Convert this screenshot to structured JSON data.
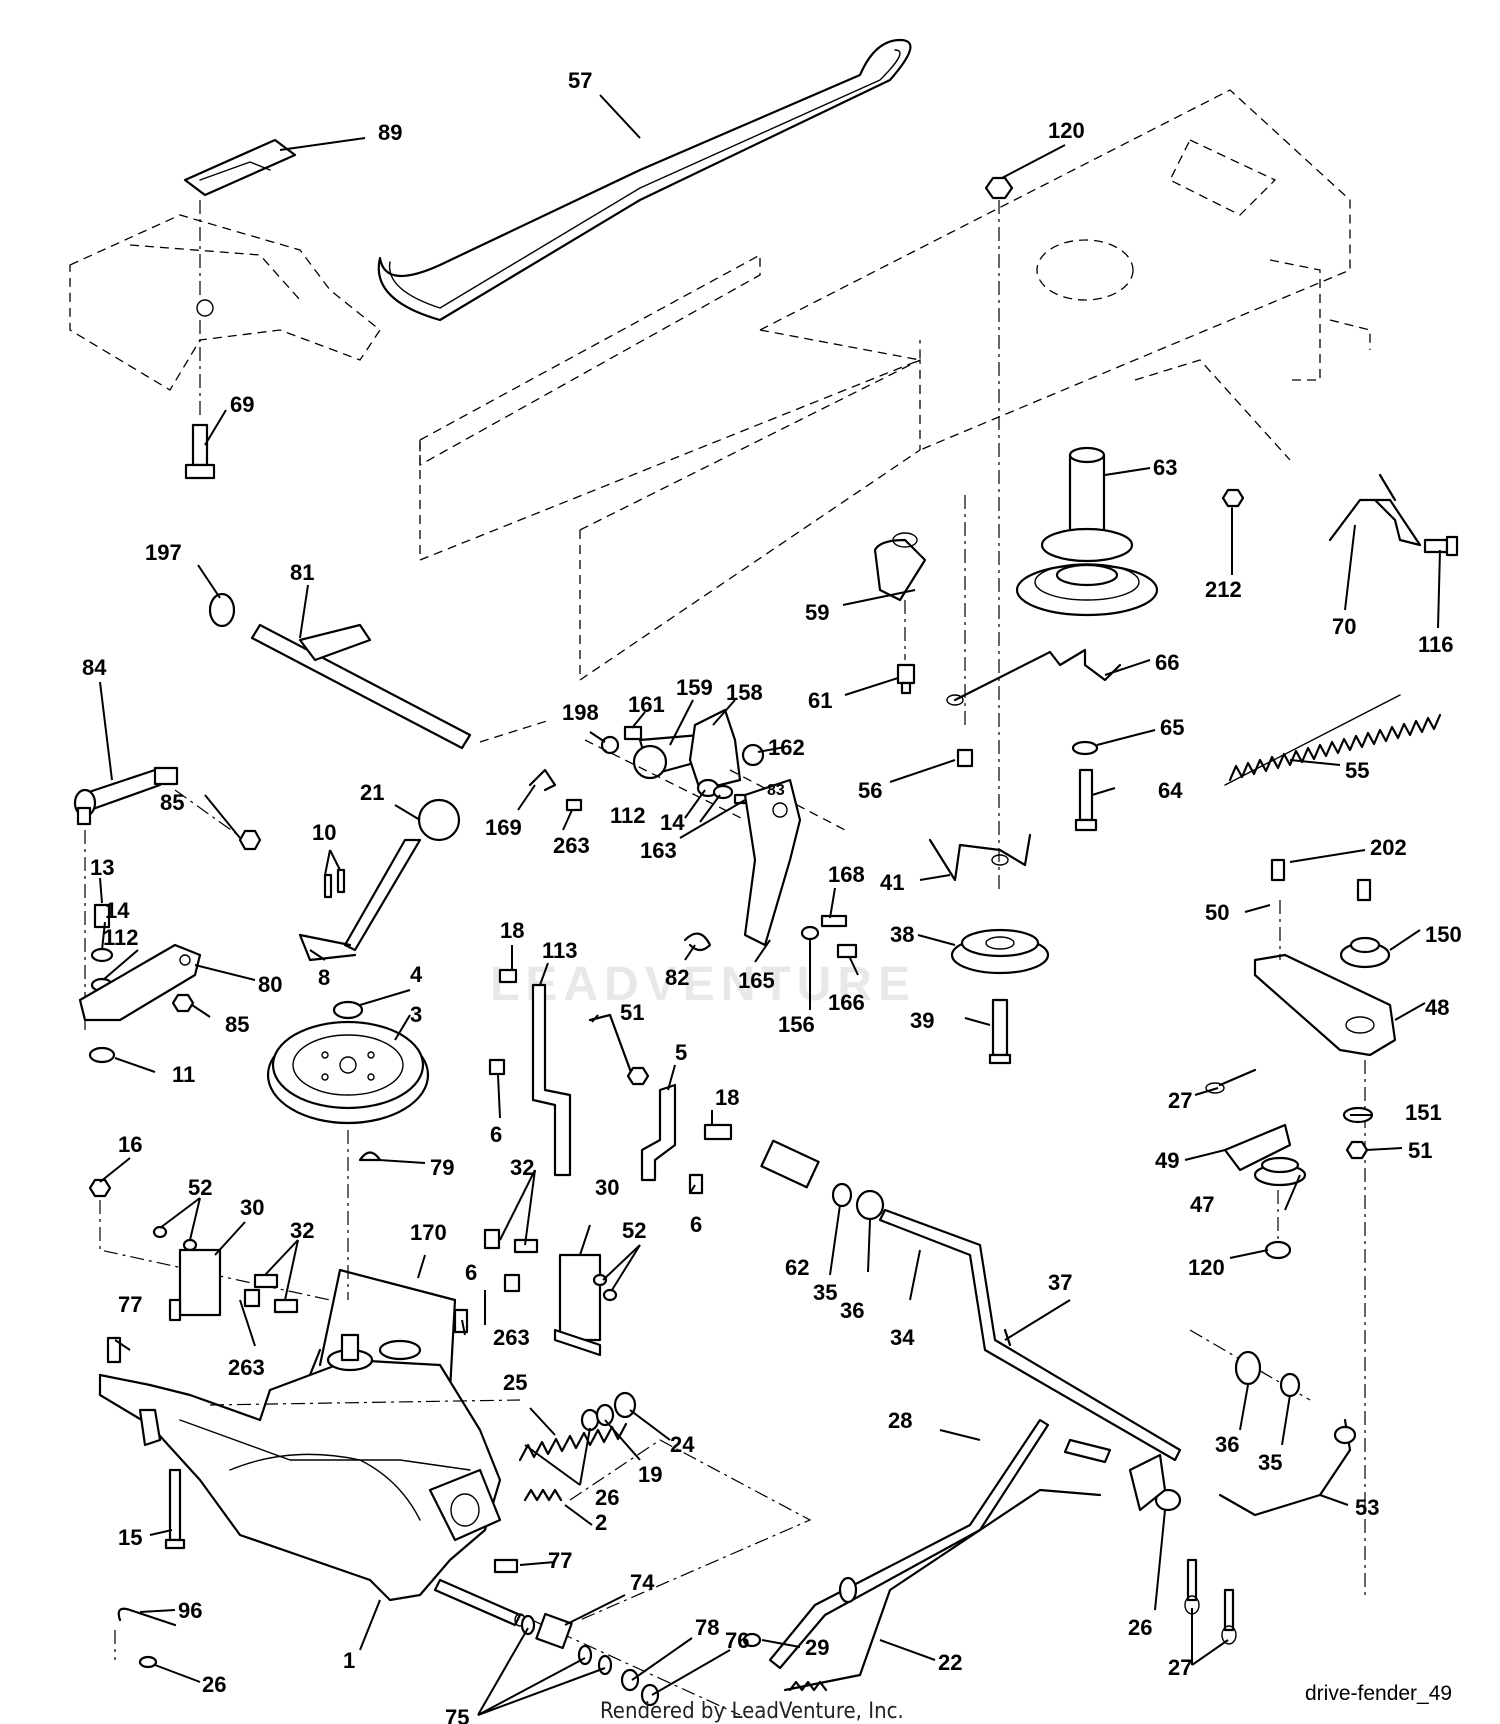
{
  "watermark": "LEADVENTURE",
  "footer": {
    "credit": "Rendered by LeadVenture, Inc.",
    "figure_id": "drive-fender_49"
  },
  "callouts": [
    {
      "label": "57"
    },
    {
      "label": "89"
    },
    {
      "label": "120"
    },
    {
      "label": "69"
    },
    {
      "label": "63"
    },
    {
      "label": "212"
    },
    {
      "label": "70"
    },
    {
      "label": "116"
    },
    {
      "label": "197"
    },
    {
      "label": "81"
    },
    {
      "label": "59"
    },
    {
      "label": "66"
    },
    {
      "label": "84"
    },
    {
      "label": "61"
    },
    {
      "label": "65"
    },
    {
      "label": "55"
    },
    {
      "label": "198"
    },
    {
      "label": "161"
    },
    {
      "label": "159"
    },
    {
      "label": "158"
    },
    {
      "label": "162"
    },
    {
      "label": "56"
    },
    {
      "label": "64"
    },
    {
      "label": "85"
    },
    {
      "label": "21"
    },
    {
      "label": "169"
    },
    {
      "label": "263"
    },
    {
      "label": "112"
    },
    {
      "label": "14"
    },
    {
      "label": "83"
    },
    {
      "label": "10"
    },
    {
      "label": "41"
    },
    {
      "label": "13"
    },
    {
      "label": "163"
    },
    {
      "label": "168"
    },
    {
      "label": "202"
    },
    {
      "label": "14"
    },
    {
      "label": "50"
    },
    {
      "label": "112"
    },
    {
      "label": "18"
    },
    {
      "label": "38"
    },
    {
      "label": "150"
    },
    {
      "label": "113"
    },
    {
      "label": "80"
    },
    {
      "label": "8"
    },
    {
      "label": "4"
    },
    {
      "label": "82"
    },
    {
      "label": "165"
    },
    {
      "label": "166"
    },
    {
      "label": "48"
    },
    {
      "label": "85"
    },
    {
      "label": "51"
    },
    {
      "label": "3"
    },
    {
      "label": "156"
    },
    {
      "label": "39"
    },
    {
      "label": "11"
    },
    {
      "label": "5"
    },
    {
      "label": "27"
    },
    {
      "label": "6"
    },
    {
      "label": "18"
    },
    {
      "label": "151"
    },
    {
      "label": "16"
    },
    {
      "label": "49"
    },
    {
      "label": "51"
    },
    {
      "label": "79"
    },
    {
      "label": "52"
    },
    {
      "label": "32"
    },
    {
      "label": "6"
    },
    {
      "label": "30"
    },
    {
      "label": "62"
    },
    {
      "label": "47"
    },
    {
      "label": "32"
    },
    {
      "label": "30"
    },
    {
      "label": "52"
    },
    {
      "label": "170"
    },
    {
      "label": "35"
    },
    {
      "label": "36"
    },
    {
      "label": "34"
    },
    {
      "label": "120"
    },
    {
      "label": "6"
    },
    {
      "label": "37"
    },
    {
      "label": "77"
    },
    {
      "label": "263"
    },
    {
      "label": "263"
    },
    {
      "label": "25"
    },
    {
      "label": "24"
    },
    {
      "label": "28"
    },
    {
      "label": "36"
    },
    {
      "label": "19"
    },
    {
      "label": "35"
    },
    {
      "label": "26"
    },
    {
      "label": "53"
    },
    {
      "label": "15"
    },
    {
      "label": "2"
    },
    {
      "label": "77"
    },
    {
      "label": "74"
    },
    {
      "label": "29"
    },
    {
      "label": "26"
    },
    {
      "label": "96"
    },
    {
      "label": "78"
    },
    {
      "label": "76"
    },
    {
      "label": "22"
    },
    {
      "label": "27"
    },
    {
      "label": "1"
    },
    {
      "label": "26"
    },
    {
      "label": "75"
    }
  ]
}
